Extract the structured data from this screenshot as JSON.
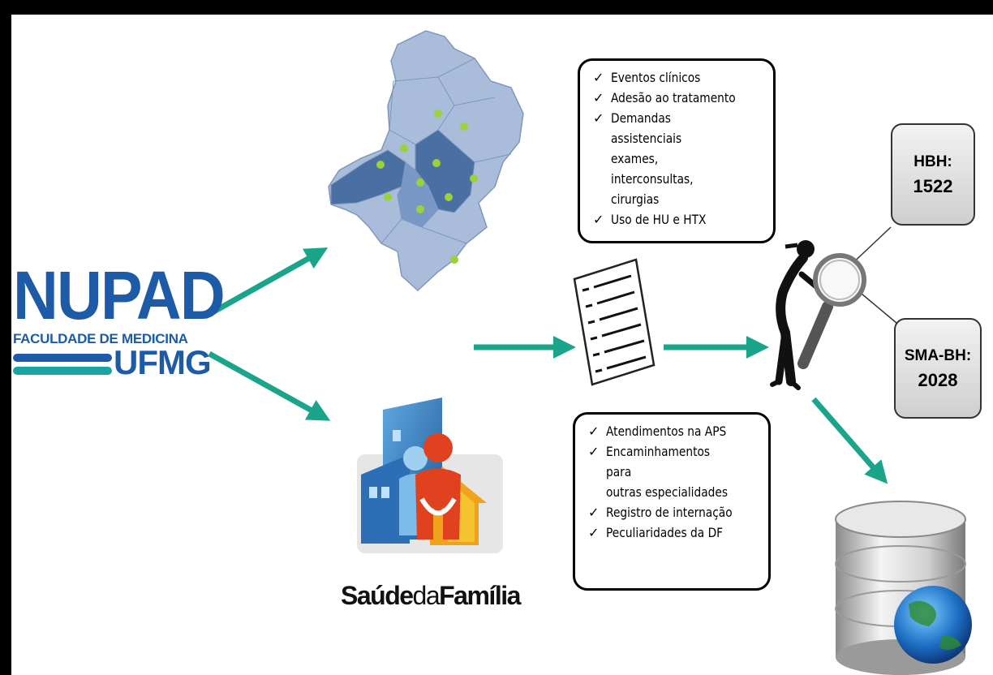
{
  "nupad": {
    "name": "NUPAD",
    "faculty": "FACULDADE DE MEDICINA",
    "university": "UFMG"
  },
  "saude_familia": {
    "part1": "Saúde",
    "part2": "da",
    "part3": "Família"
  },
  "top_box": {
    "items": [
      "Eventos clínicos",
      "Adesão ao tratamento",
      "Demandas assistenciais\nexames, interconsultas,\ncirurgias",
      "Uso de HU e HTX"
    ]
  },
  "bottom_box": {
    "items": [
      "Atendimentos na APS",
      "Encaminhamentos para\noutras especialidades",
      "Registro de internação",
      "Peculiaridades da DF"
    ]
  },
  "check_mark": "✓",
  "callouts": {
    "hbh": {
      "label": "HBH:",
      "value": "1522"
    },
    "sma": {
      "label": "SMA-BH:",
      "value": "2028"
    }
  },
  "colors": {
    "arrow": "#1aa58a",
    "nupad_blue": "#1d5aa8",
    "nupad_teal": "#19a3a3",
    "map_fill": "#a9bddb",
    "map_dark": "#4a6fa3",
    "map_dot": "#9bd13a"
  }
}
